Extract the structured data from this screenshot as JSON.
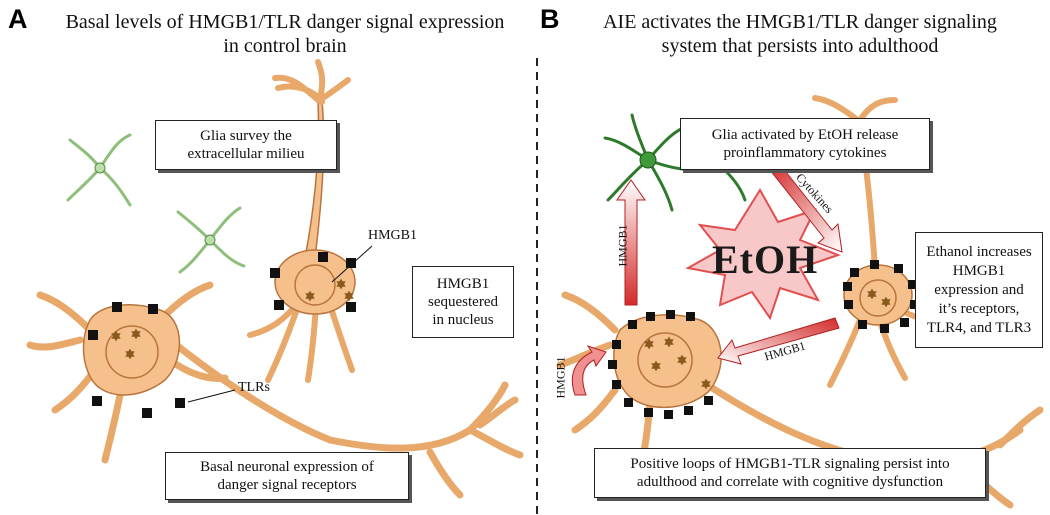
{
  "panel_a": {
    "letter": "A",
    "title_line1": "Basal levels of HMGB1/TLR danger signal expression",
    "title_line2": "in control brain",
    "box_glia_line1": "Glia survey the",
    "box_glia_line2": "extracellular milieu",
    "label_hmgb1": "HMGB1",
    "box_seq_line1": "HMGB1",
    "box_seq_line2": "sequestered",
    "box_seq_line3": "in nucleus",
    "label_tlrs": "TLRs",
    "box_basal_line1": "Basal neuronal expression of",
    "box_basal_line2": "danger signal receptors"
  },
  "panel_b": {
    "letter": "B",
    "title_line1": "AIE activates the HMGB1/TLR danger signaling",
    "title_line2": "system that persists into adulthood",
    "box_glia_line1": "Glia activated by EtOH release",
    "box_glia_line2": "proinflammatory cytokines",
    "etoh_label": "EtOH",
    "arrow_cytokines": "Cytokines",
    "arrow_hmgb1_up": "HMGB1",
    "arrow_hmgb1_mid": "HMGB1",
    "arrow_hmgb1_loop": "HMGB1",
    "box_eth_line1": "Ethanol increases",
    "box_eth_line2": "HMGB1",
    "box_eth_line3": "expression and",
    "box_eth_line4": "it’s receptors,",
    "box_eth_line5": "TLR4, and TLR3",
    "box_pos_line1": "Positive loops of HMGB1-TLR signaling persist into",
    "box_pos_line2": "adulthood and correlate with cognitive dysfunction"
  },
  "colors": {
    "neuron_fill": "#f5c08c",
    "neuron_stroke": "#b8743c",
    "receptor": "#111111",
    "hmgb1_star": "#8a5a1c",
    "glia_resting": "#8dbf7a",
    "glia_active": "#2f7a2a",
    "burst_fill": "#f8c8c8",
    "burst_stroke": "#e05050",
    "arrow_red": "#d42a2a"
  }
}
